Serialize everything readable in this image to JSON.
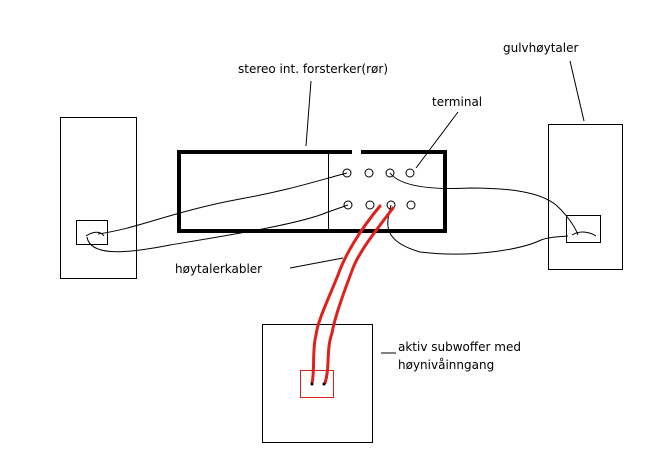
{
  "labels": {
    "amplifier": "stereo int. forsterker(rør)",
    "terminal": "terminal",
    "floor_speaker": "gulvhøytaler",
    "speaker_cables": "høytalerkabler",
    "subwoofer_line1": "aktiv subwoffer med",
    "subwoofer_line2": "høynivåinngang"
  },
  "colors": {
    "ink": "#000000",
    "signal_cable": "#e0201c",
    "sub_input_box": "#e0201c"
  }
}
